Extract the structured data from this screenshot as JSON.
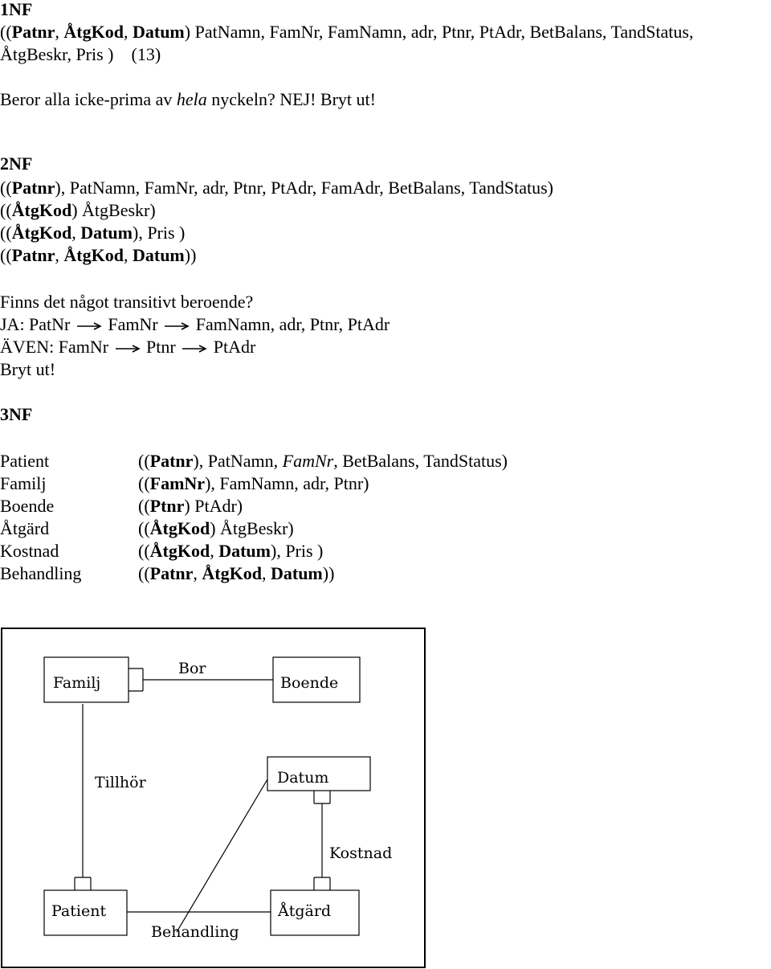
{
  "nf1": {
    "heading": "1NF",
    "relation": {
      "open": "((",
      "key1": "Patnr",
      "sep1": ", ",
      "key2": "ÅtgKod",
      "sep2": ", ",
      "key3": "Datum",
      "attrs_line1": ") PatNamn, FamNr, FamNamn, adr, Ptnr, PtAdr, BetBalans, TandStatus,",
      "attrs_line2": "ÅtgBeskr, Pris )    (13)"
    },
    "question_pre": "Beror alla icke-prima av ",
    "question_em": "hela",
    "question_post": " nyckeln? NEJ! Bryt ut!"
  },
  "nf2": {
    "heading": "2NF",
    "r1_open": "((",
    "r1_key": "Patnr",
    "r1_rest": "), PatNamn, FamNr, adr, Ptnr, PtAdr, FamAdr, BetBalans, TandStatus)",
    "r2_open": "((",
    "r2_key": "ÅtgKod",
    "r2_rest": ") ÅtgBeskr)",
    "r3_open": "((",
    "r3_key1": "ÅtgKod",
    "r3_sep": ", ",
    "r3_key2": "Datum",
    "r3_rest": "), Pris )",
    "r4_open": "((",
    "r4_key1": "Patnr",
    "r4_sep1": ", ",
    "r4_key2": "ÅtgKod",
    "r4_sep2": ", ",
    "r4_key3": "Datum",
    "r4_rest": "))",
    "question": "Finns det något transitivt beroende?",
    "ja_label": "JA: PatNr",
    "ja_mid": "FamNr",
    "ja_end": "FamNamn, adr, Ptnr, PtAdr",
    "aven_label": "ÄVEN: FamNr",
    "aven_mid": "Ptnr",
    "aven_end": "PtAdr",
    "conclusion": "Bryt ut!"
  },
  "nf3": {
    "heading": "3NF",
    "tables": [
      {
        "name": "Patient",
        "open": "((",
        "key": "Patnr",
        "mid": "), PatNamn, ",
        "fk": "FamNr",
        "rest": ", BetBalans, TandStatus)"
      },
      {
        "name": "Familj",
        "open": "((",
        "key": "FamNr",
        "rest": "), FamNamn, adr, Ptnr)"
      },
      {
        "name": "Boende",
        "open": "((",
        "key": "Ptnr",
        "rest": ") PtAdr)"
      },
      {
        "name": "Åtgärd",
        "open": "((",
        "key": "ÅtgKod",
        "rest": ") ÅtgBeskr)"
      },
      {
        "name": "Kostnad",
        "open": "((",
        "key1": "ÅtgKod",
        "sep": ", ",
        "key2": "Datum",
        "rest": "), Pris )"
      },
      {
        "name": "Behandling",
        "open": "((",
        "key1": "Patnr",
        "sep1": ", ",
        "key2": "ÅtgKod",
        "sep2": ", ",
        "key3": "Datum",
        "rest": "))"
      }
    ]
  },
  "erd": {
    "entities": {
      "familj": "Familj",
      "boende": "Boende",
      "datum": "Datum",
      "patient": "Patient",
      "atgard": "Åtgärd"
    },
    "relationships": {
      "bor": "Bor",
      "tillhor": "Tillhör",
      "kostnad": "Kostnad",
      "behandling": "Behandling"
    }
  }
}
